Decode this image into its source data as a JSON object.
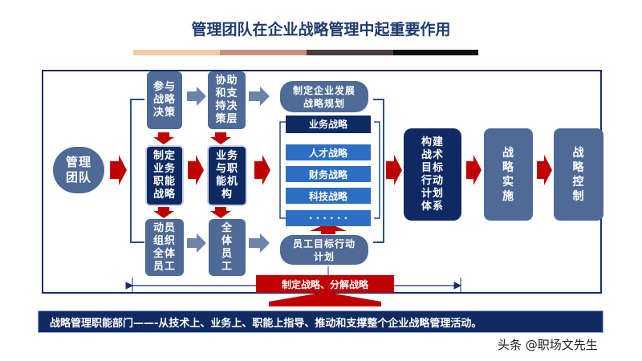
{
  "title": "管理团队在企业战略管理中起重要作用",
  "title_bar_colors": [
    "#f2c9a6",
    "#c98f78",
    "#4a3c3c",
    "#111111"
  ],
  "boxes": {
    "team": "管理\n团队",
    "participate": "参与\n战略\n决策",
    "assist": "协助\n和支\n持决\n策层",
    "enterprise_plan": "制定企业发展\n战略规划",
    "business_strategy": "制定\n业务\n职能\n战略",
    "business_org": "业务\n与职\n能机\n构",
    "mobilize": "动员\n组织\n全体\n员工",
    "all_staff": "全\n体\n员\n工",
    "staff_plan": "员工目标行动\n计划",
    "goal_system": "构建\n战术\n目标\n行动\n计划\n体系",
    "implement": "战\n略\n实\n施",
    "control": "战\n略\n控\n制"
  },
  "strategy_list": [
    "业务战略",
    "人才战略",
    "财务战略",
    "科技战略",
    "· · · · · ·"
  ],
  "red_label": "制定战略、分解战略",
  "bottom_text": "战略管理职能部门——-从技术上、业务上、职能上指导、推动和支撑整个企业战略管理活动。",
  "watermark": "头条 @职场文先生",
  "colors": {
    "navy": "#0f2a63",
    "steel_blue": "#4e6a96",
    "blue": "#2c6fc3",
    "red": "#c00000"
  }
}
